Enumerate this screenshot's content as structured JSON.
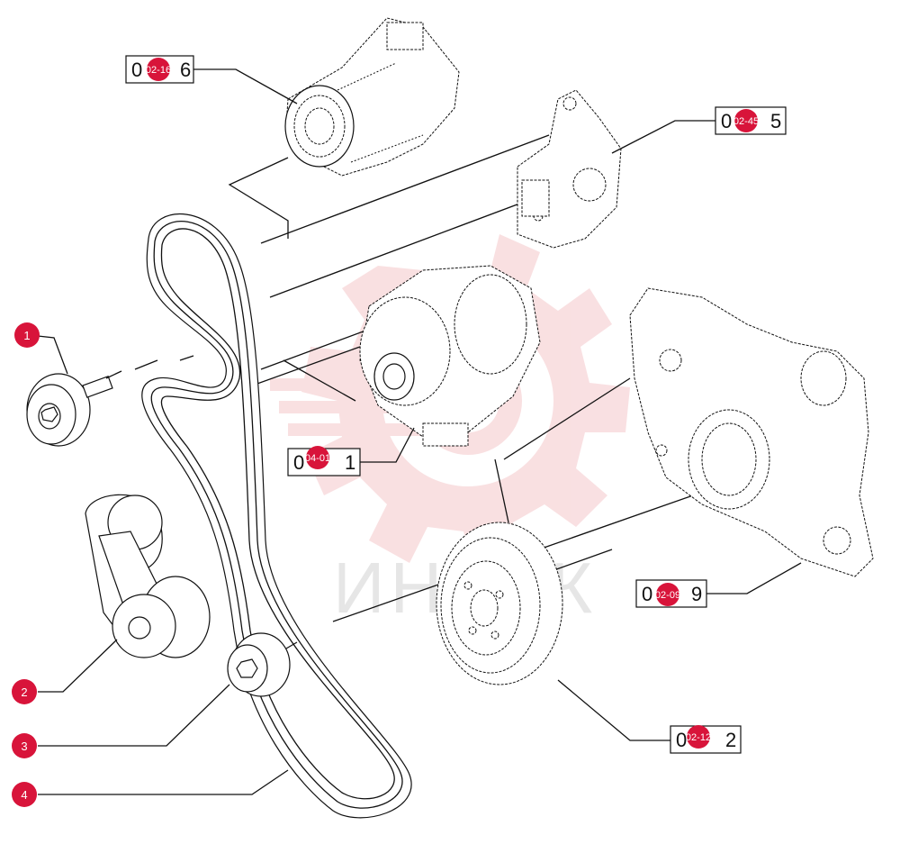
{
  "watermark": {
    "text": "ИНТЕК",
    "color": "#f4c7ca"
  },
  "colors": {
    "hotspot": "#d8143a",
    "line": "#111111"
  },
  "part_labels": [
    {
      "id": "label-02-166",
      "full": "02-166",
      "left": "0",
      "hot": "02-16",
      "right": "6"
    },
    {
      "id": "label-02-455",
      "full": "02-455",
      "left": "0",
      "hot": "02-45",
      "right": "5"
    },
    {
      "id": "label-04-001",
      "full": "04-001",
      "left": "0",
      "hot": "04-01",
      "right": "1"
    },
    {
      "id": "label-02-099",
      "full": "02-099",
      "left": "0",
      "hot": "02-09",
      "right": "9"
    },
    {
      "id": "label-02-122",
      "full": "02-122",
      "left": "0",
      "hot": "02-12",
      "right": "2"
    }
  ],
  "callouts": [
    {
      "id": "callout-1",
      "number": "1"
    },
    {
      "id": "callout-2",
      "number": "2"
    },
    {
      "id": "callout-3",
      "number": "3"
    },
    {
      "id": "callout-4",
      "number": "4"
    }
  ]
}
